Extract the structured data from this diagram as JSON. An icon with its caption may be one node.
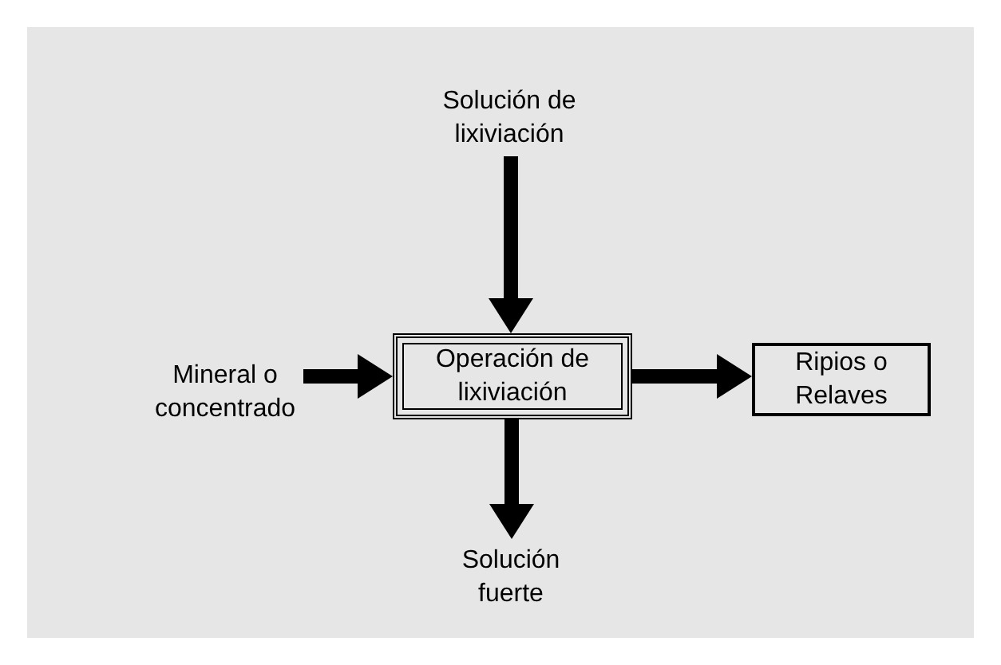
{
  "diagram": {
    "nodes": [
      {
        "text": [
          "Solución de lixiviación"
        ]
      },
      {
        "text": [
          "Mineral o concentrado"
        ]
      },
      {
        "text": [
          "Operación de lixiviación"
        ]
      },
      {
        "text": [
          "Ripios o Relaves"
        ]
      },
      {
        "text": [
          "Solución fuerte"
        ]
      }
    ],
    "edges": [
      {
        "from": 0,
        "to": 2,
        "arrow": "to"
      },
      {
        "from": 1,
        "to": 2,
        "arrow": "to"
      },
      {
        "from": 2,
        "to": 3,
        "arrow": "to"
      },
      {
        "from": 2,
        "to": 4,
        "arrow": "to"
      }
    ]
  }
}
